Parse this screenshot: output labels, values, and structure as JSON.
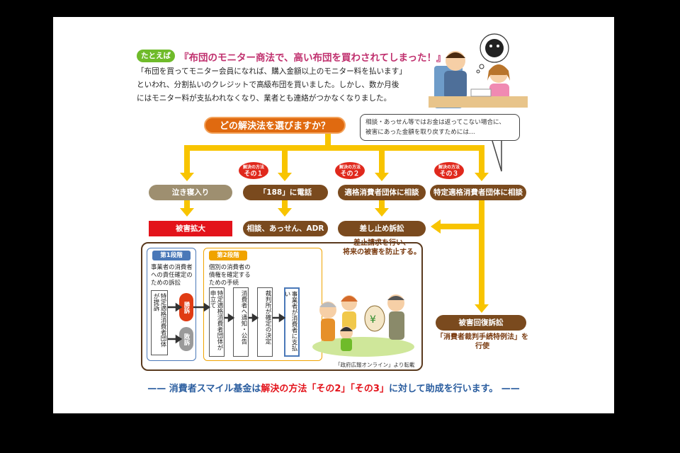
{
  "header": {
    "tag": "たとえば",
    "headline": "『布団のモニター商法で、高い布団を買わされてしまった！』",
    "story_lines": [
      "「布団を買ってモニター会員になれば、購入金額以上のモニター料を払います」",
      "といわれ、分割払いのクレジットで高級布団を買いました。しかし、数か月後",
      "にはモニター料が支払われなくなり、業者とも連絡がつかなくなりました。"
    ]
  },
  "question": "どの解決法を選びますか？",
  "bubble_lines": [
    "相談・あっせん等ではお金は返ってこない場合に、",
    "被害にあった金額を取り戻すためには…"
  ],
  "badges": [
    {
      "small": "解決の方法",
      "big": "その１"
    },
    {
      "small": "解決の方法",
      "big": "その２"
    },
    {
      "small": "解決の方法",
      "big": "その３"
    }
  ],
  "options": {
    "option0": "泣き寝入り",
    "option1": "「188」に電話",
    "option2": "適格消費者団体に相談",
    "option3": "特定適格消費者団体に相談"
  },
  "results": {
    "result0": "被害拡大",
    "result1": "相談、あっせん、ADR",
    "result2": "差し止め訴訟",
    "result2_note_lines": [
      "差止請求を行い、",
      "将来の被害を防止する。"
    ],
    "result3": "被害回復訴訟",
    "result3_note_lines": [
      "「消費者裁判手続特例法」を",
      "行使"
    ]
  },
  "process": {
    "stage1": {
      "label": "第1段階",
      "desc_lines": [
        "事業者の消費者",
        "への責任確定の",
        "ための訴訟"
      ]
    },
    "stage2": {
      "label": "第2段階",
      "desc_lines": [
        "個別の消費者の",
        "債権を確定する",
        "ための手続"
      ]
    },
    "box_plaintiff": "特定適格消費者団体が提訴",
    "win": "勝訴",
    "lose": "敗訴",
    "box_apply": "特定適格消費者団体が申立て",
    "box_notice": "消費者へ通知・公告",
    "box_court": "裁判所が確定の決定",
    "box_pay": "事業者が消費者に支払い"
  },
  "credit": "「政府広報オンライン」より転載",
  "footer": {
    "prefix": "—— ",
    "part1": "消費者スマイル基金は",
    "part2": "解決の方法「その2」「その3」",
    "part3": "に対して助成を行います。",
    "suffix": " ——"
  },
  "colors": {
    "arrow": "#f8c400",
    "node_dark": "#7a4a1e",
    "node_muted": "#9e8f70",
    "danger": "#e3131b",
    "question": "#e06a10",
    "stage1": "#4a78b8",
    "stage2": "#f0a300",
    "win": "#e03c14",
    "lose": "#9a9a9a"
  }
}
